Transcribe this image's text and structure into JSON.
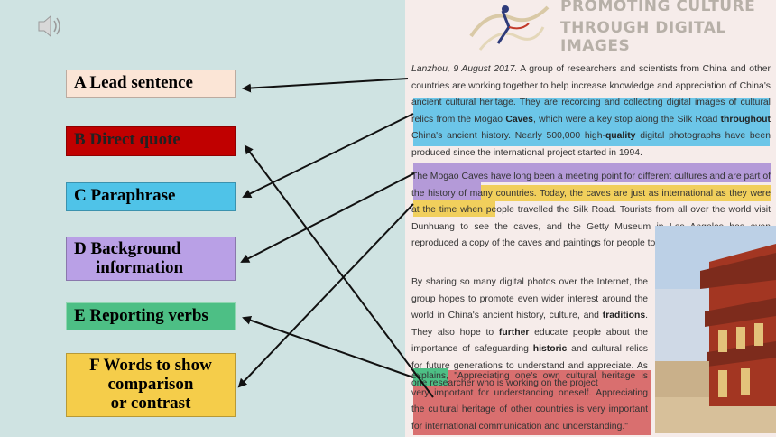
{
  "header": {
    "line1": "PROMOTING CULTURE",
    "line2": "THROUGH DIGITAL IMAGES"
  },
  "labels": {
    "a": "A  Lead sentence",
    "b": "B  Direct quote",
    "c": "C  Paraphrase",
    "d_line1": "D Background",
    "d_line2": "information",
    "e": "E Reporting verbs",
    "f_line1": "F  Words to show",
    "f_line2": "comparison",
    "f_line3": "or contrast"
  },
  "article": {
    "p1_date": "Lanzhou, 9 August 2017.",
    "p1_rest": " A group of researchers and scientists from China and other countries are working together to help increase knowledge and appreciation of China's ancient cultural heritage. They are recording and collecting digital images of cultural relics from the Mogao ",
    "p1_caves": "Caves",
    "p1_after_caves": ", which were a key stop along the Silk Road ",
    "p1_throughout": "throughout",
    "p1_after_throughout": " China's ancient history. Nearly 500,000 high-",
    "p1_quality": "quality",
    "p1_end": " digital photographs have been produced since the international project started in 1994.",
    "p2": "The Mogao Caves have long been a meeting point for different cultures and are part of the history of many countries. Today, the caves are just as international as they were at the time when people travelled the Silk Road. Tourists from all over the world visit Dunhuang to see the caves, and the Getty Museum in Los Angeles has even reproduced a copy of the caves and paintings for people to admire in America.",
    "p3_a": "By sharing so many digital photos over the Internet, the group hopes to promote even wider interest around the world in China's ancient history, culture, and ",
    "p3_traditions": "traditions",
    "p3_b": ". They also hope to ",
    "p3_further": "further",
    "p3_c": " educate people about the importance of safeguarding ",
    "p3_historic": "historic",
    "p3_d": " and cultural relics for future generations to understand and appreciate. As one researcher who is working on the project",
    "p4": "explains, \"Appreciating one's own cultural heritage is very important for understanding oneself. Appreciating the cultural heritage of other countries is very important for international communication and understanding.\""
  },
  "icons": {
    "speaker": "speaker-icon",
    "logo": "apsara-logo-icon",
    "photo": "mogao-caves-photo"
  },
  "colors": {
    "lead": "#fbe5d6",
    "quote": "#c00000",
    "paraphrase": "#4fc3e8",
    "background": "#b9a0e6",
    "reporting": "#4dbf85",
    "comparison": "#f5cd4a"
  }
}
